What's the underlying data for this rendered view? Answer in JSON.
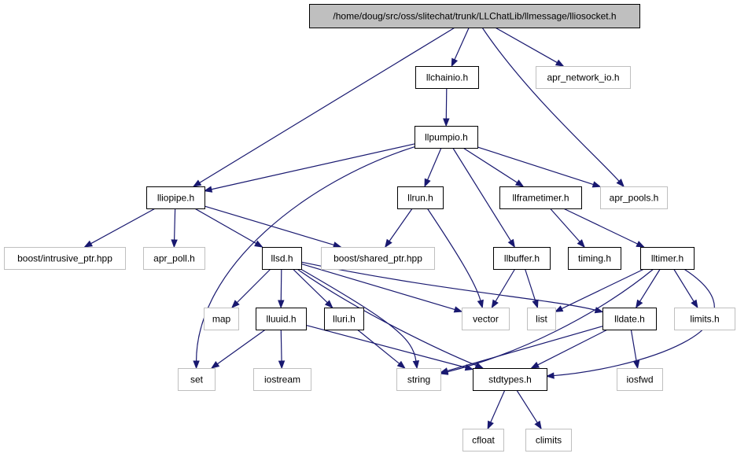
{
  "graph": {
    "colors": {
      "edge": "#191970",
      "root_fill": "#bfbfbf",
      "internal_border": "#000000",
      "external_border": "#bfbfbf",
      "node_fill": "#ffffff"
    },
    "nodes": [
      {
        "id": "root",
        "label": "/home/doug/src/oss/slitechat/trunk/LLChatLib/llmessage/lliosocket.h",
        "kind": "root"
      },
      {
        "id": "llchainio",
        "label": "llchainio.h",
        "kind": "internal"
      },
      {
        "id": "apr_network_io",
        "label": "apr_network_io.h",
        "kind": "external"
      },
      {
        "id": "llpumpio",
        "label": "llpumpio.h",
        "kind": "internal"
      },
      {
        "id": "lliopipe",
        "label": "lliopipe.h",
        "kind": "internal"
      },
      {
        "id": "llrun",
        "label": "llrun.h",
        "kind": "internal"
      },
      {
        "id": "llframetimer",
        "label": "llframetimer.h",
        "kind": "internal"
      },
      {
        "id": "apr_pools",
        "label": "apr_pools.h",
        "kind": "external"
      },
      {
        "id": "boost_intrusive",
        "label": "boost/intrusive_ptr.hpp",
        "kind": "external"
      },
      {
        "id": "apr_poll",
        "label": "apr_poll.h",
        "kind": "external"
      },
      {
        "id": "llsd",
        "label": "llsd.h",
        "kind": "internal"
      },
      {
        "id": "boost_shared",
        "label": "boost/shared_ptr.hpp",
        "kind": "external"
      },
      {
        "id": "llbuffer",
        "label": "llbuffer.h",
        "kind": "internal"
      },
      {
        "id": "timing",
        "label": "timing.h",
        "kind": "internal"
      },
      {
        "id": "lltimer",
        "label": "lltimer.h",
        "kind": "internal"
      },
      {
        "id": "map",
        "label": "map",
        "kind": "external"
      },
      {
        "id": "lluuid",
        "label": "lluuid.h",
        "kind": "internal"
      },
      {
        "id": "lluri",
        "label": "lluri.h",
        "kind": "internal"
      },
      {
        "id": "vector",
        "label": "vector",
        "kind": "external"
      },
      {
        "id": "list",
        "label": "list",
        "kind": "external"
      },
      {
        "id": "lldate",
        "label": "lldate.h",
        "kind": "internal"
      },
      {
        "id": "limits",
        "label": "limits.h",
        "kind": "external"
      },
      {
        "id": "set",
        "label": "set",
        "kind": "external"
      },
      {
        "id": "iostream",
        "label": "iostream",
        "kind": "external"
      },
      {
        "id": "string",
        "label": "string",
        "kind": "external"
      },
      {
        "id": "stdtypes",
        "label": "stdtypes.h",
        "kind": "internal"
      },
      {
        "id": "iosfwd",
        "label": "iosfwd",
        "kind": "external"
      },
      {
        "id": "cfloat",
        "label": "cfloat",
        "kind": "external"
      },
      {
        "id": "climits",
        "label": "climits",
        "kind": "external"
      }
    ],
    "edges": [
      [
        "root",
        "lliopipe"
      ],
      [
        "root",
        "llchainio"
      ],
      [
        "root",
        "apr_network_io"
      ],
      [
        "root",
        "apr_pools"
      ],
      [
        "llchainio",
        "llpumpio"
      ],
      [
        "llpumpio",
        "lliopipe"
      ],
      [
        "llpumpio",
        "set"
      ],
      [
        "llpumpio",
        "llrun"
      ],
      [
        "llpumpio",
        "llbuffer"
      ],
      [
        "llpumpio",
        "llframetimer"
      ],
      [
        "llpumpio",
        "apr_pools"
      ],
      [
        "lliopipe",
        "boost_intrusive"
      ],
      [
        "lliopipe",
        "apr_poll"
      ],
      [
        "lliopipe",
        "llsd"
      ],
      [
        "lliopipe",
        "boost_shared"
      ],
      [
        "llrun",
        "boost_shared"
      ],
      [
        "llrun",
        "vector"
      ],
      [
        "llframetimer",
        "timing"
      ],
      [
        "llframetimer",
        "lltimer"
      ],
      [
        "llbuffer",
        "vector"
      ],
      [
        "llbuffer",
        "list"
      ],
      [
        "lltimer",
        "list"
      ],
      [
        "lltimer",
        "string"
      ],
      [
        "lltimer",
        "lldate"
      ],
      [
        "lltimer",
        "limits"
      ],
      [
        "lltimer",
        "stdtypes"
      ],
      [
        "llsd",
        "map"
      ],
      [
        "llsd",
        "lluuid"
      ],
      [
        "llsd",
        "lluri"
      ],
      [
        "llsd",
        "vector"
      ],
      [
        "llsd",
        "string"
      ],
      [
        "llsd",
        "stdtypes"
      ],
      [
        "llsd",
        "lldate"
      ],
      [
        "lluuid",
        "set"
      ],
      [
        "lluuid",
        "iostream"
      ],
      [
        "lluuid",
        "stdtypes"
      ],
      [
        "lluri",
        "string"
      ],
      [
        "lldate",
        "string"
      ],
      [
        "lldate",
        "stdtypes"
      ],
      [
        "lldate",
        "iosfwd"
      ],
      [
        "stdtypes",
        "cfloat"
      ],
      [
        "stdtypes",
        "climits"
      ]
    ]
  }
}
